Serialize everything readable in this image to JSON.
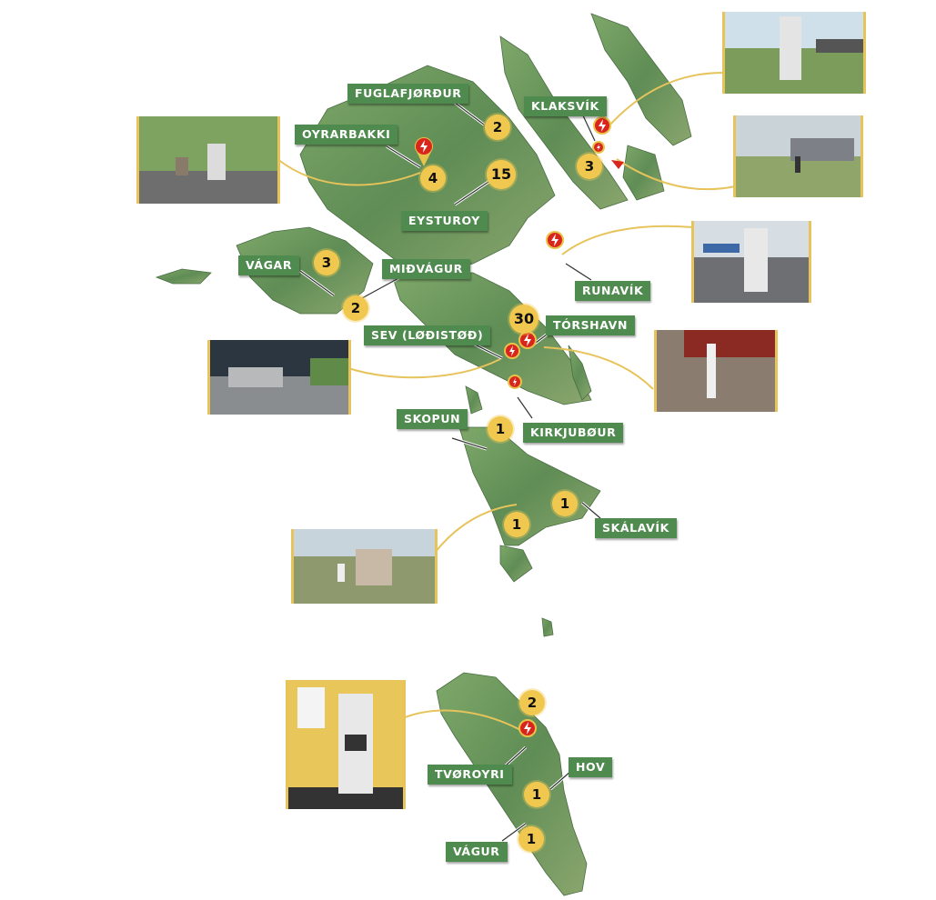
{
  "colors": {
    "label_bg": "#4f8a4f",
    "badge": "#f1c84f",
    "pin": "#d9261c",
    "connector_line": "#e6c35b",
    "land": "#6e9a5e"
  },
  "icons": {
    "pin": "charging-pin-icon",
    "photo": "charging-station-photo"
  },
  "places": [
    {
      "id": "fuglafjordur",
      "label": "FUGLAFJØRÐUR",
      "count": "2"
    },
    {
      "id": "klaksvik",
      "label": "KLAKSVÍK",
      "count": "3"
    },
    {
      "id": "oyrarbakki",
      "label": "OYRARBAKKI",
      "count": "4"
    },
    {
      "id": "eysturoy",
      "label": "EYSTUROY",
      "count": "15"
    },
    {
      "id": "vagar",
      "label": "VÁGAR",
      "count": "3"
    },
    {
      "id": "midvagur",
      "label": "MIÐVÁGUR",
      "count": "2"
    },
    {
      "id": "runavik",
      "label": "RUNAVÍK",
      "count": ""
    },
    {
      "id": "sev",
      "label": "SEV (LØÐISTØÐ)",
      "count": ""
    },
    {
      "id": "torshavn",
      "label": "TÓRSHAVN",
      "count": "30"
    },
    {
      "id": "kirkjubour",
      "label": "KIRKJUBØUR",
      "count": ""
    },
    {
      "id": "skopun",
      "label": "SKOPUN",
      "count": "1"
    },
    {
      "id": "skalavik",
      "label": "SKÁLAVÍK",
      "count": "1"
    },
    {
      "id": "sandur",
      "label": "",
      "count": "1"
    },
    {
      "id": "tvoroyri",
      "label": "TVØROYRI",
      "count": "2"
    },
    {
      "id": "hov",
      "label": "HOV",
      "count": "1"
    },
    {
      "id": "vagur",
      "label": "VÁGUR",
      "count": "1"
    }
  ]
}
